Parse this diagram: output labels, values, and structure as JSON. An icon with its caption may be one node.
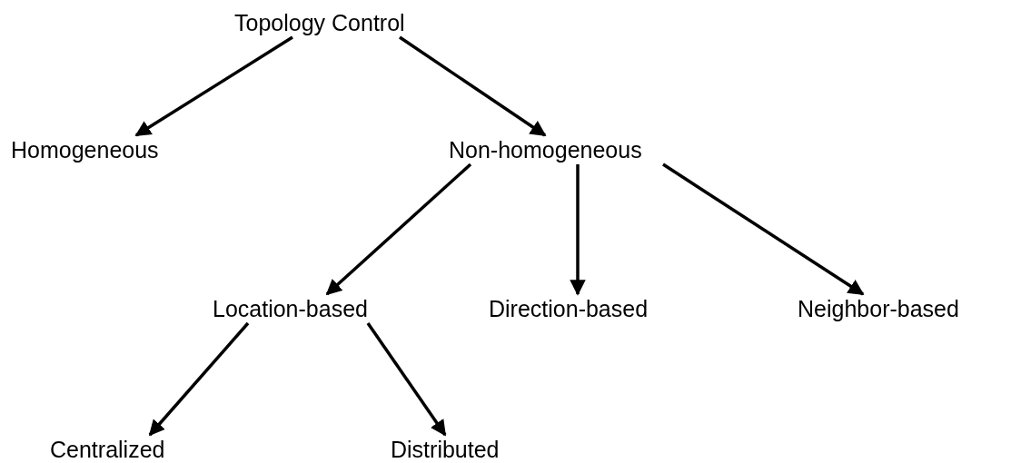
{
  "diagram": {
    "nodes": [
      {
        "text": [
          "Topology Control"
        ]
      },
      {
        "text": [
          "Homogeneous"
        ]
      },
      {
        "text": [
          "Non-homogeneous"
        ]
      },
      {
        "text": [
          "Location-based"
        ]
      },
      {
        "text": [
          "Direction-based"
        ]
      },
      {
        "text": [
          "Neighbor-based"
        ]
      },
      {
        "text": [
          "Centralized"
        ]
      },
      {
        "text": [
          "Distributed"
        ]
      }
    ],
    "edges": [
      {
        "from": 0,
        "to": 1,
        "arrow": "to"
      },
      {
        "from": 0,
        "to": 2,
        "arrow": "to"
      },
      {
        "from": 2,
        "to": 3,
        "arrow": "to"
      },
      {
        "from": 2,
        "to": 4,
        "arrow": "to"
      },
      {
        "from": 2,
        "to": 5,
        "arrow": "to"
      },
      {
        "from": 3,
        "to": 6,
        "arrow": "to"
      },
      {
        "from": 3,
        "to": 7,
        "arrow": "to"
      }
    ]
  }
}
